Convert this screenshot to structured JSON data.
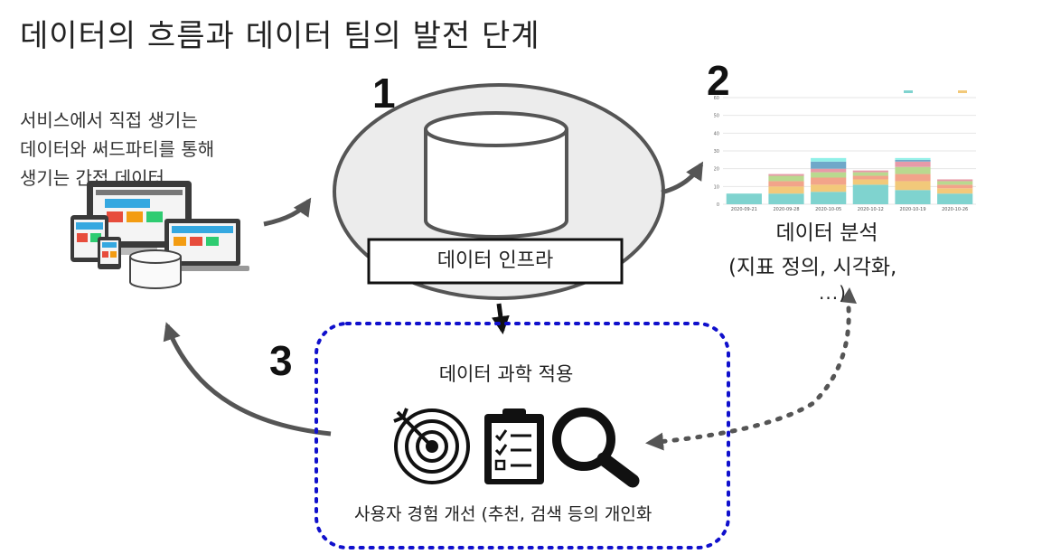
{
  "title": "데이터의 흐름과 데이터 팀의 발전 단계",
  "source": {
    "lines": [
      "서비스에서 직접 생기는",
      "데이터와 써드파티를 통해",
      "생기는 간접 데이터"
    ]
  },
  "steps": {
    "one": "1",
    "two": "2",
    "three": "3"
  },
  "infra": {
    "label": "데이터 인프라"
  },
  "analysis": {
    "title": "데이터 분석",
    "subtitle": "(지표 정의, 시각화,",
    "more": "...)"
  },
  "data_science": {
    "label": "데이터 과학 적용"
  },
  "ux": {
    "label": "사용자 경험 개선 (추천, 검색 등의 개인화"
  },
  "icons": [
    "devices-icon",
    "database-icon",
    "target-icon",
    "clipboard-checklist-icon",
    "magnifier-icon"
  ],
  "colors": {
    "ellipse_fill": "#ececec",
    "ellipse_stroke": "#555555",
    "arrow": "#555555",
    "dotted_box": "#1010cc"
  },
  "chart_data": {
    "type": "bar",
    "stacked": true,
    "categories": [
      "2020-09-21",
      "2020-09-28",
      "2020-10-05",
      "2020-10-12",
      "2020-10-19",
      "2020-10-26"
    ],
    "ylim": [
      0,
      60
    ],
    "yticks": [
      0,
      10,
      20,
      30,
      40,
      50,
      60
    ],
    "grid": true,
    "legend_placement": "top-right",
    "series": [
      {
        "color": "#7fd3cf",
        "values": [
          6,
          6,
          7,
          11,
          8,
          6
        ]
      },
      {
        "color": "#f2c97a",
        "values": [
          0,
          4,
          4,
          3,
          5,
          3
        ]
      },
      {
        "color": "#f2a48a",
        "values": [
          0,
          3,
          4,
          2,
          4,
          2
        ]
      },
      {
        "color": "#b9d98f",
        "values": [
          0,
          3,
          3,
          2,
          4,
          2
        ]
      },
      {
        "color": "#e79aa8",
        "values": [
          0,
          1,
          2,
          1,
          3,
          1
        ]
      },
      {
        "color": "#6fa8c9",
        "values": [
          0,
          0,
          4,
          0,
          1,
          0
        ]
      },
      {
        "color": "#8ff0e8",
        "values": [
          0,
          0,
          2,
          0,
          1,
          0
        ]
      }
    ]
  }
}
